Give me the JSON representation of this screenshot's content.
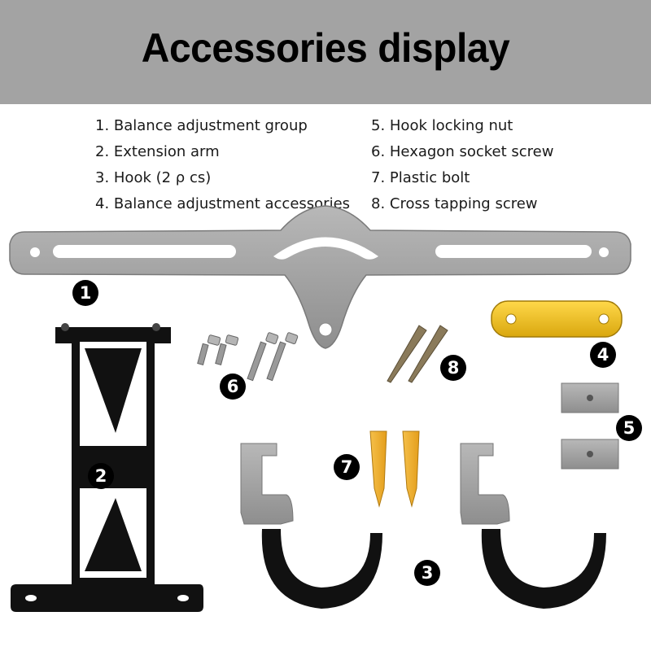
{
  "header": {
    "title": "Accessories display"
  },
  "legend": {
    "left": [
      "1. Balance adjustment group",
      "2. Extension arm",
      "3. Hook (2 ρ cs)",
      "4. Balance adjustment accessories"
    ],
    "right": [
      "5. Hook locking nut",
      "6. Hexagon socket screw",
      "7. Plastic bolt",
      "8. Cross tapping screw"
    ]
  },
  "badges": [
    "1",
    "2",
    "3",
    "4",
    "5",
    "6",
    "7",
    "8"
  ],
  "colors": {
    "banner": "#a3a3a3",
    "aluminum": "#a6a6a6",
    "black_part": "#111111",
    "yellow_part": "#f0c020",
    "plastic_bolt": "#f2b636",
    "screw": "#8a7a5a"
  }
}
